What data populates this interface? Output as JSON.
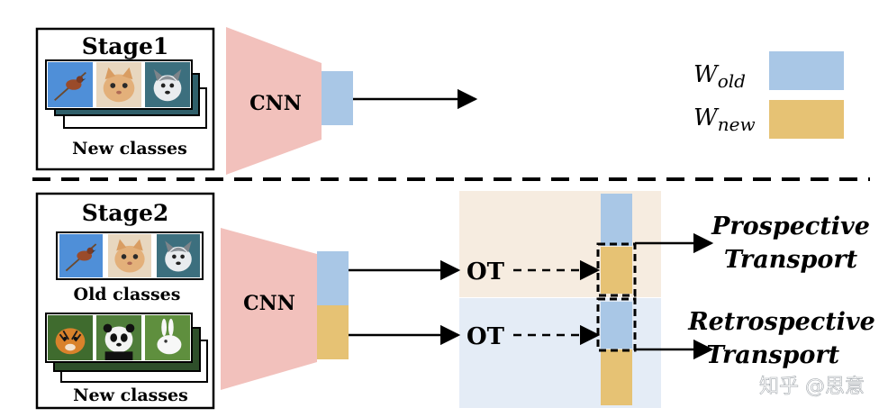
{
  "stage1": {
    "title": "Stage1",
    "caption": "New classes",
    "network": "CNN"
  },
  "stage2": {
    "title": "Stage2",
    "old_caption": "Old classes",
    "new_caption": "New classes",
    "network": "CNN",
    "ot_top": "OT",
    "ot_bottom": "OT"
  },
  "legend": {
    "w_old_base": "W",
    "w_old_sub": "old",
    "w_new_base": "W",
    "w_new_sub": "new",
    "color_old": "#a9c7e6",
    "color_new": "#e6c274"
  },
  "transport": {
    "prospective_line1": "Prospective",
    "prospective_line2": "Transport",
    "retrospective_line1": "Retrospective",
    "retrospective_line2": "Transport"
  },
  "images": {
    "old_classes": [
      "bird",
      "cat",
      "dog"
    ],
    "new_classes": [
      "tiger",
      "panda",
      "rabbit"
    ]
  },
  "watermark": "知乎 @思意",
  "colors": {
    "cnn": "#f2c1bc",
    "prospective_bg": "#f6ece0",
    "retrospective_bg": "#e4ecf6"
  }
}
